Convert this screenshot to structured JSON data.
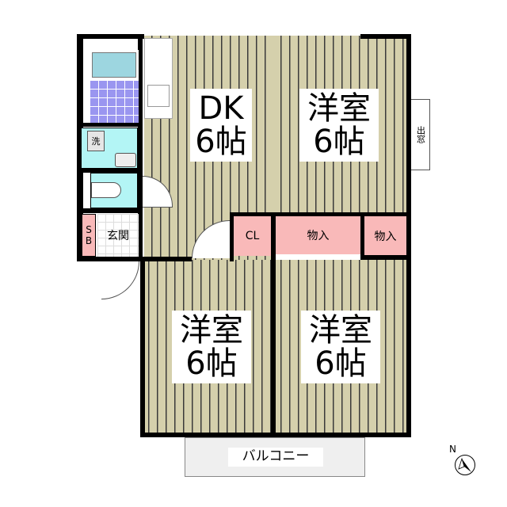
{
  "rooms": {
    "dk": {
      "name": "DK",
      "size": "6帖"
    },
    "western_ne": {
      "name": "洋室",
      "size": "6帖"
    },
    "western_sw": {
      "name": "洋室",
      "size": "6帖"
    },
    "western_se": {
      "name": "洋室",
      "size": "6帖"
    },
    "closet": "CL",
    "storage1": "物入",
    "storage2": "物入",
    "shoebox": "SB",
    "entrance": "玄関",
    "washer": "洗",
    "bay_window": "出窓",
    "balcony": "バルコニー"
  },
  "compass": {
    "label": "N"
  },
  "colors": {
    "floor": "#d5d0ac",
    "storage": "#f9b9b9",
    "water": "#b3f5f5",
    "tub": "#9dd6e0",
    "tile": "#9a96f0"
  }
}
